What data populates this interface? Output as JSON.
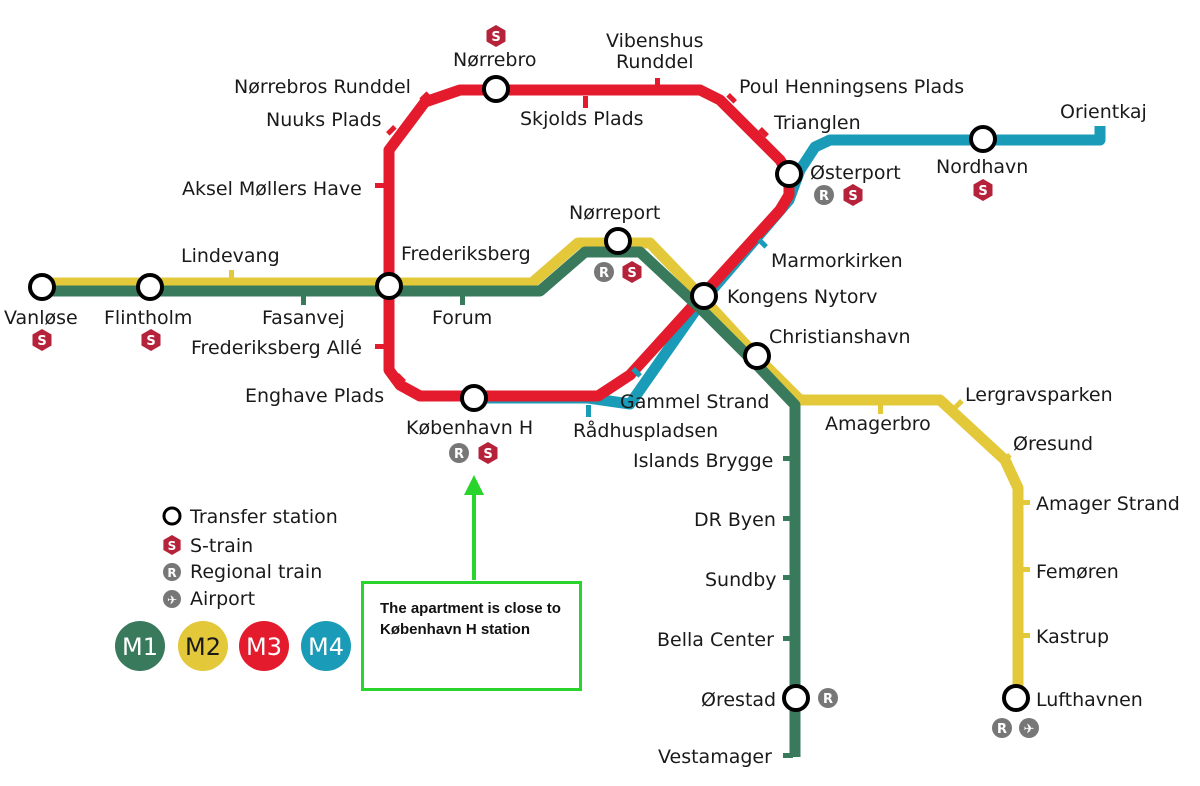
{
  "colors": {
    "m1": "#3a7a5c",
    "m2": "#e3c83a",
    "m3": "#e31b2d",
    "m4": "#1a9bb8",
    "s_train": "#b5223a",
    "regional": "#777777",
    "callout_border": "#29d42c",
    "arrow": "#29d42c"
  },
  "stations": {
    "vanlose": "Vanløse",
    "flintholm": "Flintholm",
    "lindevang": "Lindevang",
    "fasanvej": "Fasanvej",
    "frederiksberg": "Frederiksberg",
    "forum": "Forum",
    "norreport": "Nørreport",
    "kongens_nytorv": "Kongens Nytorv",
    "christianshavn": "Christianshavn",
    "islands_brygge": "Islands Brygge",
    "dr_byen": "DR Byen",
    "sundby": "Sundby",
    "bella_center": "Bella Center",
    "orestad": "Ørestad",
    "vestamager": "Vestamager",
    "amagerbro": "Amagerbro",
    "lergravsparken": "Lergravsparken",
    "oresund": "Øresund",
    "amager_strand": "Amager Strand",
    "femoren": "Femøren",
    "kastrup": "Kastrup",
    "lufthavnen": "Lufthavnen",
    "norrebros_runddel": "Nørrebros Runddel",
    "nuuks_plads": "Nuuks Plads",
    "aksel_mollers_have": "Aksel Møllers Have",
    "frederiksberg_alle": "Frederiksberg Allé",
    "enghave_plads": "Enghave Plads",
    "kobenhavn_h": "København H",
    "radhuspladsen": "Rådhuspladsen",
    "gammel_strand": "Gammel Strand",
    "marmorkirken": "Marmorkirken",
    "osterport": "Østerport",
    "trianglen": "Trianglen",
    "poul_henningsens_plads": "Poul Henningsens Plads",
    "vibenshus_runddel_1": "Vibenshus",
    "vibenshus_runddel_2": "Runddel",
    "skjolds_plads": "Skjolds Plads",
    "norrebro": "Nørrebro",
    "nordhavn": "Nordhavn",
    "orientkaj": "Orientkaj"
  },
  "badges": {
    "s": "S",
    "r": "R",
    "airport": "✈"
  },
  "legend": {
    "transfer": "Transfer station",
    "s_train": "S-train",
    "regional": "Regional train",
    "airport": "Airport",
    "lines": [
      {
        "label": "M1",
        "color": "#3a7a5c",
        "text_color": "#ffffff"
      },
      {
        "label": "M2",
        "color": "#e3c83a",
        "text_color": "#1a1a1a"
      },
      {
        "label": "M3",
        "color": "#e31b2d",
        "text_color": "#ffffff"
      },
      {
        "label": "M4",
        "color": "#1a9bb8",
        "text_color": "#ffffff"
      }
    ]
  },
  "callout": {
    "text": "The apartment is close to København H station"
  }
}
